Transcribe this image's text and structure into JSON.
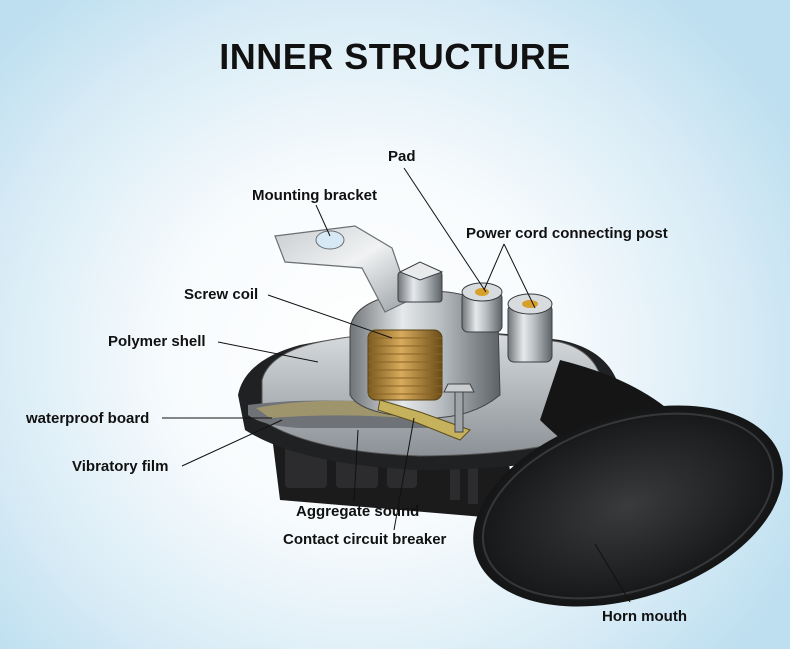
{
  "title": "INNER STRUCTURE",
  "labels": {
    "pad": "Pad",
    "mounting_bracket": "Mounting bracket",
    "power_cord_post": "Power cord connecting post",
    "screw_coil": "Screw coil",
    "polymer_shell": "Polymer shell",
    "waterproof_board": "waterproof board",
    "vibratory_film": "Vibratory film",
    "aggregate_sound": "Aggregate sound",
    "contact_breaker": "Contact circuit breaker",
    "horn_mouth": "Horn mouth"
  }
}
